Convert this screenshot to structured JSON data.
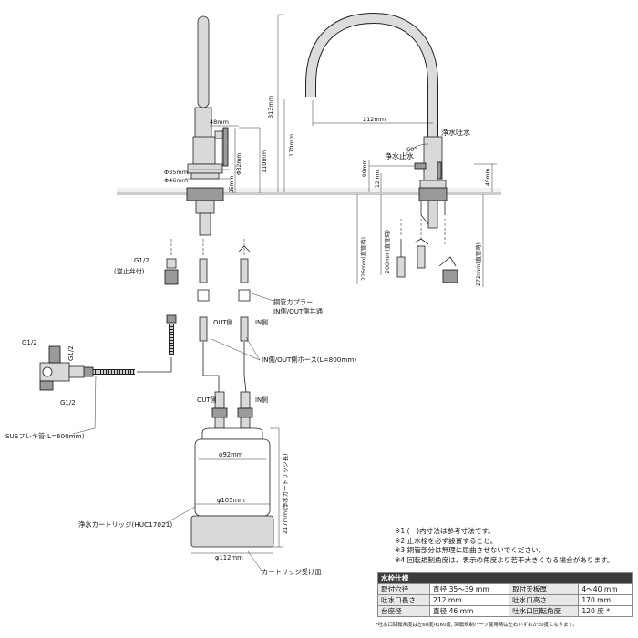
{
  "dims": {
    "d48": "48mm",
    "d35": "Φ35mm",
    "d46": "Φ46mm",
    "d32": "Φ32mm",
    "d25": "25mm",
    "d110": "110mm",
    "d313": "313mm",
    "d170": "170mm",
    "d212": "212mm",
    "d99": "99mm",
    "d12": "12mm",
    "d45": "45mm",
    "d226": "226mm(直管時)",
    "d200": "200mm(直管時)",
    "d272": "272mm(直管時)",
    "d60": "60°",
    "d217": "217mm(浄水カートリッジ長)",
    "phi92": "φ92mm",
    "phi105": "φ105mm",
    "phi112": "φ112mm"
  },
  "labels": {
    "g12_check": "G1/2",
    "check_valve": "(逆止弁付)",
    "copper_coupler": "銅管カプラー",
    "in_out_common": "IN側/OUT側共通",
    "out_side": "OUT側",
    "in_side": "IN側",
    "hose": "IN側/OUT側ホース(L=800mm)",
    "g12_tl": "G1/2",
    "g12_tr": "G1/2",
    "g12_b": "G1/2",
    "sus_pipe": "SUSフレキ管(L=600mm)",
    "cartridge": "浄水カートリッジ(HUC17021)",
    "cartridge_tray": "カートリッジ受け皿",
    "purified_outlet": "浄水吐水",
    "purified_stop": "浄水止水",
    "arrow_up": "↑"
  },
  "notes": [
    "※1 (　)内寸法は参考寸法です。",
    "※2 止水栓を必ず設置すること。",
    "※3 銅管部分は無理に屈曲させないでください。",
    "※4 回転規制角度は、表示の角度より若干大きくなる場合があります。"
  ],
  "spec_table": {
    "title": "水栓仕様",
    "rows": [
      [
        "取付穴径",
        "直径 35〜39 mm",
        "取付天板厚",
        "4〜40 mm"
      ],
      [
        "吐水口長さ",
        "212 mm",
        "吐水口高さ",
        "170 mm"
      ],
      [
        "台座径",
        "直径 46 mm",
        "吐水口回転角度",
        "120 度 *"
      ]
    ],
    "footnote": "*吐水口回転角度は左60度/右60度, 回転規制パーツ使用時は左右いずれか30度となります。"
  }
}
